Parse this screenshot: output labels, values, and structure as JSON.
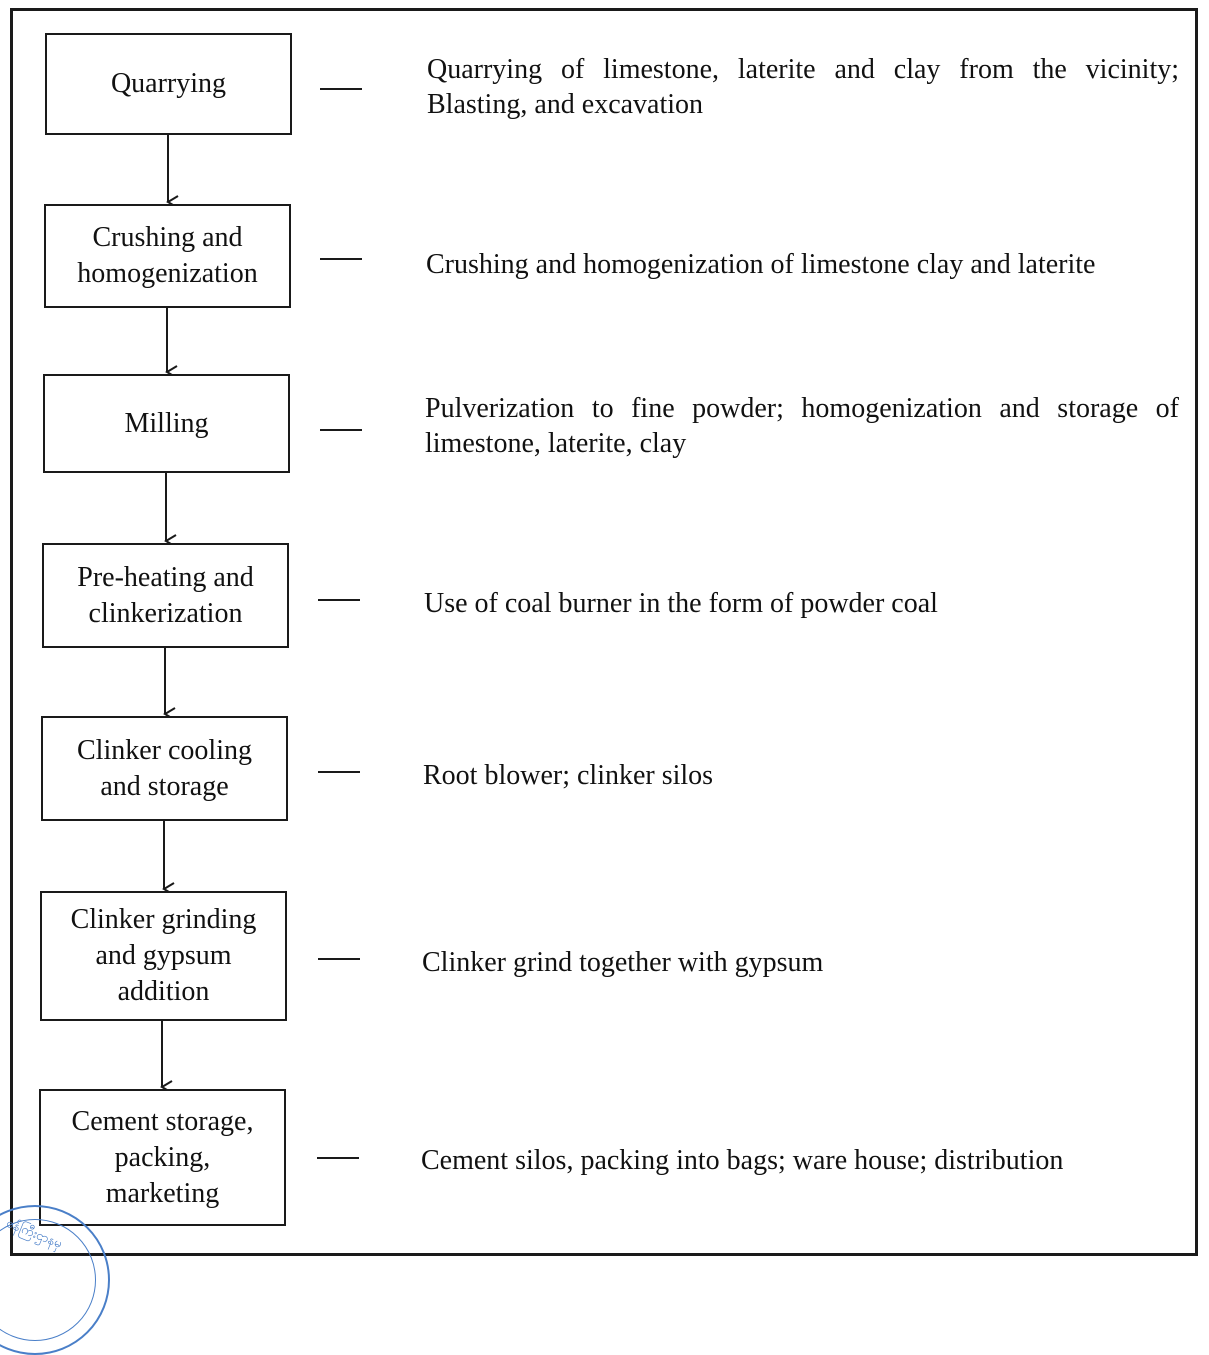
{
  "steps": [
    {
      "label": "Quarrying",
      "description": "Quarrying of limestone, laterite and clay from the vicinity; Blasting, and excavation"
    },
    {
      "label": "Crushing and\nhomogenization",
      "description": "Crushing and homogenization of limestone clay and laterite"
    },
    {
      "label": "Milling",
      "description": "Pulverization to fine powder; homogenization and storage of limestone, laterite, clay"
    },
    {
      "label": "Pre-heating and\nclinkerization",
      "description": "Use of coal burner in the form of powder coal"
    },
    {
      "label": "Clinker cooling\nand storage",
      "description": "Root blower; clinker silos"
    },
    {
      "label": "Clinker grinding\nand gypsum\naddition",
      "description": "Clinker grind together with gypsum"
    },
    {
      "label": "Cement storage,\npacking,\nmarketing",
      "description": "Cement silos, packing into bags; ware house; distribution"
    }
  ],
  "stamp": {
    "text": "ဝန်ကြီးဌာနမှ",
    "color": "#4a7fc8"
  }
}
